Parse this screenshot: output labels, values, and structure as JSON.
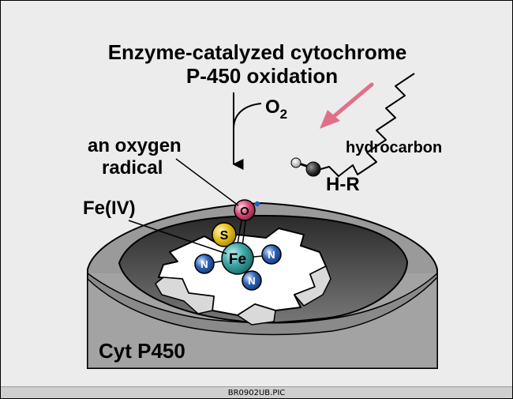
{
  "title": {
    "line1": "Enzyme-catalyzed cytochrome",
    "line2": "P-450 oxidation"
  },
  "labels": {
    "o2_main": "O",
    "o2_sub": "2",
    "oxygen_radical_line1": "an oxygen",
    "oxygen_radical_line2": "radical",
    "fe_iv": "Fe(IV)",
    "hydrocarbon": "hydrocarbon",
    "h_r": "H-R",
    "cyt_p450": "Cyt P450"
  },
  "atoms": {
    "oxygen": "O",
    "sulfur": "S",
    "iron": "Fe",
    "nitrogen": "N"
  },
  "footer": {
    "filename": "BR0902UB.PIC"
  },
  "colors": {
    "background": "#ececec",
    "protein": "#9a9a9a",
    "pocket": "#555555",
    "oxygen_atom": "#d8527a",
    "sulfur_atom": "#e8c21d",
    "iron_atom": "#3fa8a8",
    "nitrogen_atom": "#2f63b8",
    "approach_arrow": "#e0708a"
  }
}
